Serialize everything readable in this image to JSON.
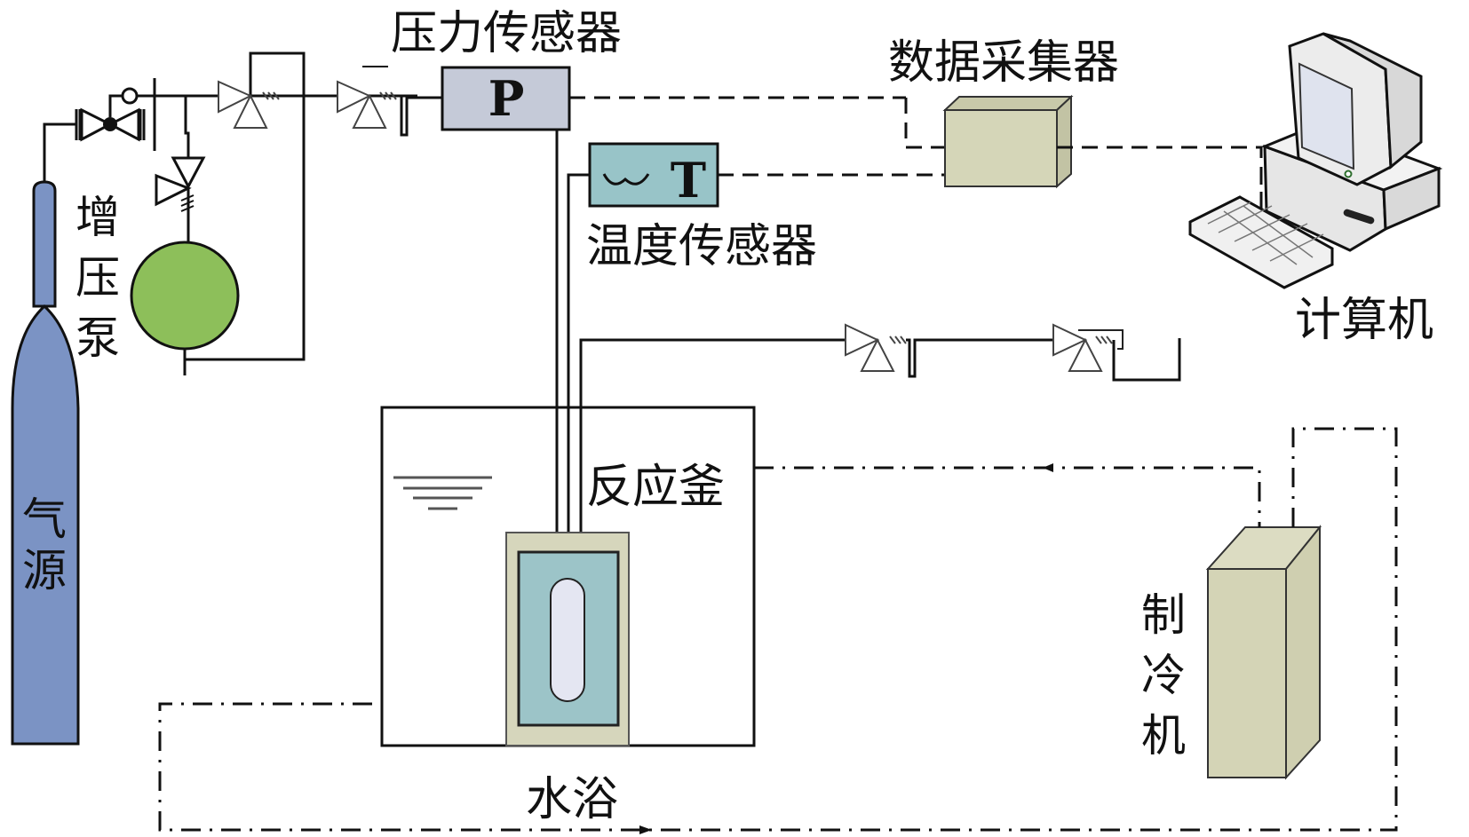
{
  "title": "Hydrate experiment apparatus schematic",
  "labels": {
    "gas_source": [
      "气",
      "源"
    ],
    "booster_pump": [
      "增",
      "压",
      "泵"
    ],
    "pressure_sensor": "压力传感器",
    "pressure_sensor_symbol": "P",
    "temperature_sensor": "温度传感器",
    "temperature_sensor_symbol": "T",
    "data_acquisition": "数据采集器",
    "computer": "计算机",
    "reactor": "反应釜",
    "water_bath": "水浴",
    "chiller": [
      "制",
      "冷",
      "机"
    ]
  },
  "colors": {
    "gas_cylinder": "#7b93c4",
    "pump": "#8dbf5a",
    "pressure_box": "#c5cad8",
    "temp_box": "#98c4c8",
    "acquisition_box": "#d5d6b8",
    "reactor_outer": "#d6d6bc",
    "reactor_inner": "#9cc4c8",
    "reactor_window": "#e4e6f2",
    "chiller_box": "#d4d4b6",
    "computer_body": "#e8e8e8",
    "screen": "#dfe3ee"
  }
}
